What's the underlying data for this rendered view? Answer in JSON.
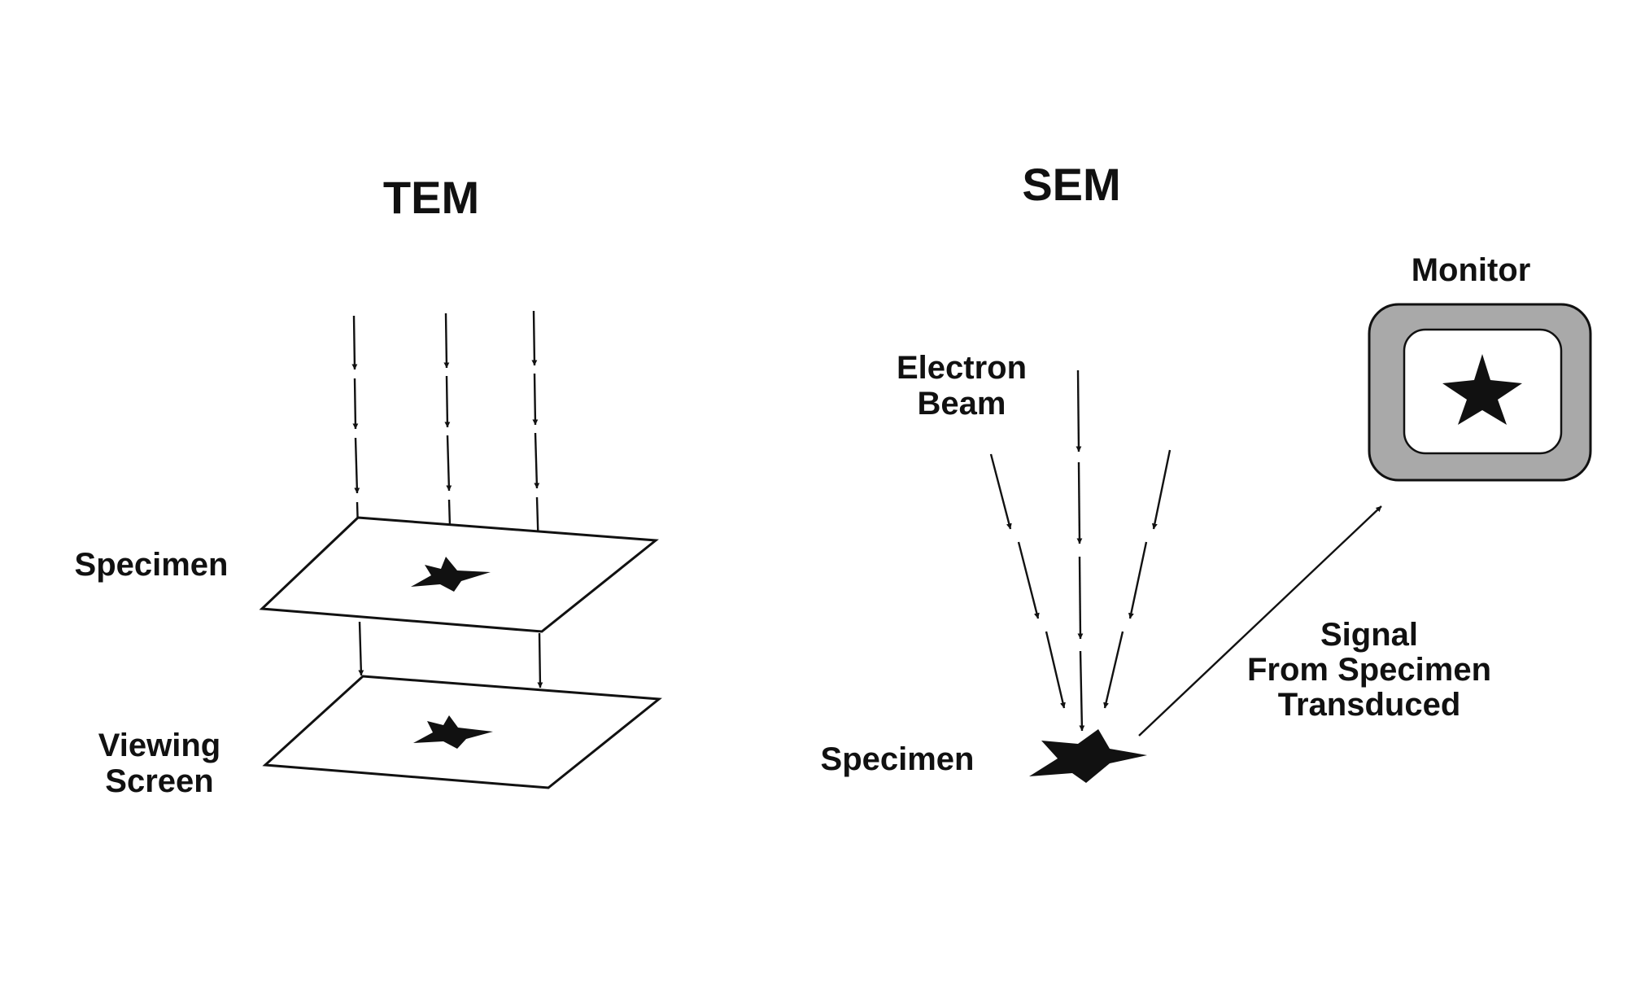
{
  "tem": {
    "title": "TEM",
    "specimen_label": "Specimen",
    "viewing_screen_label_line1": "Viewing",
    "viewing_screen_label_line2": "Screen"
  },
  "sem": {
    "title": "SEM",
    "electron_beam_label_line1": "Electron",
    "electron_beam_label_line2": "Beam",
    "specimen_label": "Specimen",
    "monitor_label": "Monitor",
    "signal_label_line1": "Signal",
    "signal_label_line2": "From Specimen",
    "signal_label_line3": "Transduced"
  },
  "colors": {
    "ink": "#111111",
    "monitor_frame": "#a9a9a9",
    "background": "#ffffff"
  },
  "icons": {
    "specimen": "star-icon",
    "monitor_image": "star-icon"
  }
}
